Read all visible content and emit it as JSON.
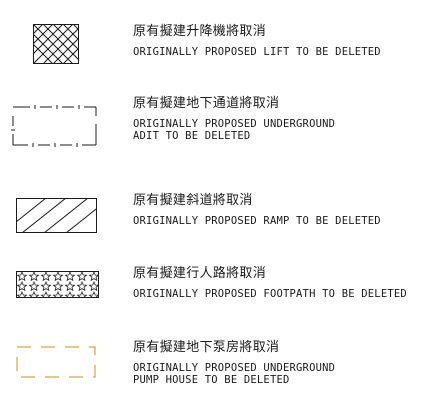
{
  "header_fragment": "",
  "legend": {
    "items": [
      {
        "symbol": "cross-hatched-box",
        "label_zh": "原有擬建升降機將取消",
        "label_en": [
          "ORIGINALLY PROPOSED LIFT TO BE DELETED"
        ]
      },
      {
        "symbol": "dash-dot-outline",
        "label_zh": "原有擬建地下通道將取消",
        "label_en": [
          "ORIGINALLY PROPOSED UNDERGROUND",
          "ADIT TO BE DELETED"
        ]
      },
      {
        "symbol": "diagonal-hatched-box",
        "label_zh": "原有擬建斜道將取消",
        "label_en": [
          "ORIGINALLY PROPOSED RAMP TO BE DELETED"
        ]
      },
      {
        "symbol": "star-pattern-box",
        "label_zh": "原有擬建行人路將取消",
        "label_en": [
          "ORIGINALLY PROPOSED FOOTPATH TO BE DELETED"
        ]
      },
      {
        "symbol": "dashed-orange-outline",
        "label_zh": "原有擬建地下泵房將取消",
        "label_en": [
          "ORIGINALLY PROPOSED UNDERGROUND",
          "PUMP HOUSE TO BE DELETED"
        ]
      }
    ]
  },
  "colors": {
    "line": "#1a1a1a",
    "pump_house_outline": "#d9a441"
  }
}
